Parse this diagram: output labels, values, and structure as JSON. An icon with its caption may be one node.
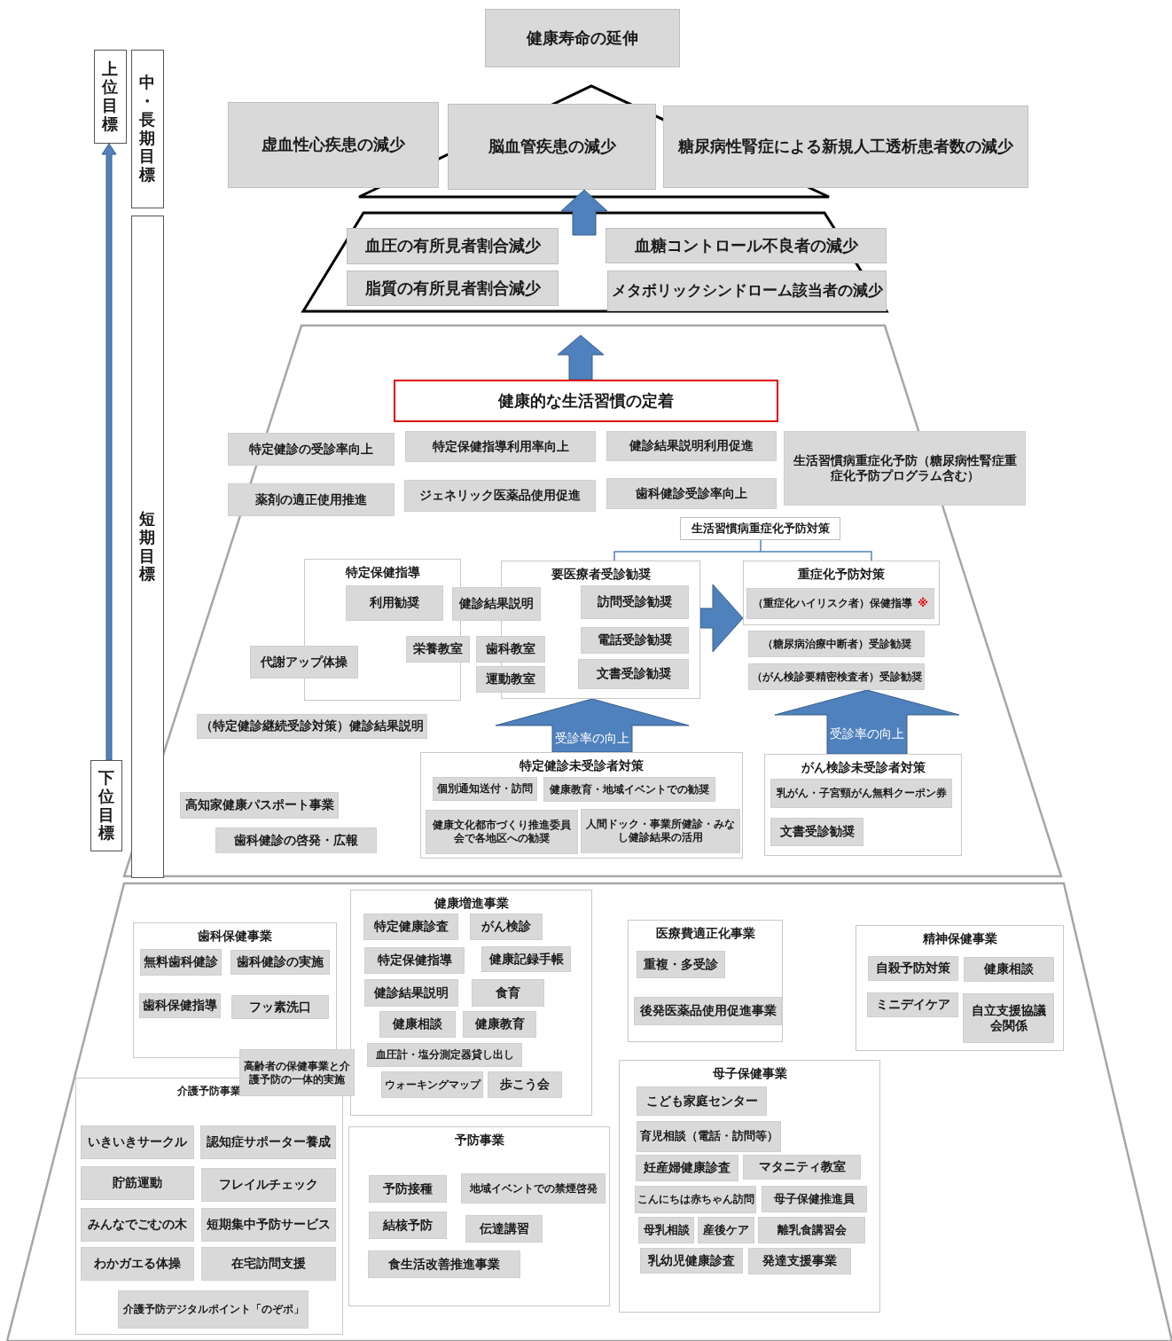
{
  "diagram": {
    "nodes": [
      {
        "text": [
          "健康寿命の延伸"
        ]
      },
      {
        "text": [
          "虚血性心疾患の減少"
        ]
      },
      {
        "text": [
          "脳血管疾患の減少"
        ]
      },
      {
        "text": [
          "糖尿病性腎症による新規人工透析患者数の減少"
        ]
      },
      {
        "text": [
          "血圧の有所見者割合減少"
        ]
      },
      {
        "text": [
          "血糖コントロール不良者の減少"
        ]
      },
      {
        "text": [
          "脂質の有所見者割合減少"
        ]
      },
      {
        "text": [
          "メタボリックシンドローム該当者の減少"
        ]
      },
      {
        "text": [
          "健康的な生活習慣の定着"
        ]
      },
      {
        "text": [
          "特定健診の受診率向上"
        ]
      },
      {
        "text": [
          "特定保健指導利用率向上"
        ]
      },
      {
        "text": [
          "健診結果説明利用促進"
        ]
      },
      {
        "text": [
          "生活習慣病重症化予防（糖尿病性腎症重症化予防プログラム含む）"
        ]
      },
      {
        "text": [
          "薬剤の適正使用推進"
        ]
      },
      {
        "text": [
          "ジェネリック医薬品使用促進"
        ]
      },
      {
        "text": [
          "歯科健診受診率向上"
        ]
      },
      {
        "text": [
          "生活習慣病重症化予防対策"
        ]
      },
      {
        "text": [
          "特定保健指導"
        ]
      },
      {
        "text": [
          "利用勧奨"
        ],
        "in": 17
      },
      {
        "text": [
          "健診結果説明"
        ]
      },
      {
        "text": [
          "要医療者受診勧奨"
        ]
      },
      {
        "text": [
          "訪問受診勧奨"
        ],
        "in": 20
      },
      {
        "text": [
          "電話受診勧奨"
        ],
        "in": 20
      },
      {
        "text": [
          "文書受診勧奨"
        ],
        "in": 20
      },
      {
        "text": [
          "重症化予防対策"
        ]
      },
      {
        "text": [
          "（重症化ハイリスク者）保健指導",
          "※"
        ],
        "in": 24
      },
      {
        "text": [
          "代謝アップ体操"
        ]
      },
      {
        "text": [
          "栄養教室"
        ]
      },
      {
        "text": [
          "歯科教室"
        ]
      },
      {
        "text": [
          "運動教室"
        ]
      },
      {
        "text": [
          "（糖尿病治療中断者）受診勧奨"
        ]
      },
      {
        "text": [
          "（がん検診要精密検査者）受診勧奨"
        ]
      },
      {
        "text": [
          "（特定健診継続受診対策）健診結果説明"
        ]
      },
      {
        "text": [
          "特定健診未受診者対策"
        ]
      },
      {
        "text": [
          "個別通知送付・訪問"
        ],
        "in": 33
      },
      {
        "text": [
          "健康教育・地域イベントでの勧奨"
        ],
        "in": 33
      },
      {
        "text": [
          "健康文化都市づくり推進委員会で各地区への勧奨"
        ],
        "in": 33
      },
      {
        "text": [
          "人間ドック・事業所健診・みなし健診結果の活用"
        ],
        "in": 33
      },
      {
        "text": [
          "がん検診未受診者対策"
        ]
      },
      {
        "text": [
          "乳がん・子宮頸がん無料クーポン券"
        ],
        "in": 38
      },
      {
        "text": [
          "文書受診勧奨"
        ],
        "in": 38
      },
      {
        "text": [
          "高知家健康パスポート事業"
        ]
      },
      {
        "text": [
          "歯科健診の啓発・広報"
        ]
      },
      {
        "text": [
          "健康増進事業"
        ]
      },
      {
        "text": [
          "特定健康診査"
        ],
        "in": 43
      },
      {
        "text": [
          "がん検診"
        ],
        "in": 43
      },
      {
        "text": [
          "特定保健指導"
        ],
        "in": 43
      },
      {
        "text": [
          "健康記録手帳"
        ],
        "in": 43
      },
      {
        "text": [
          "健診結果説明"
        ],
        "in": 43
      },
      {
        "text": [
          "食育"
        ],
        "in": 43
      },
      {
        "text": [
          "健康相談"
        ],
        "in": 43
      },
      {
        "text": [
          "健康教育"
        ],
        "in": 43
      },
      {
        "text": [
          "血圧計・塩分測定器貸し出し"
        ],
        "in": 43
      },
      {
        "text": [
          "ウォーキングマップ"
        ],
        "in": 43
      },
      {
        "text": [
          "歩こう会"
        ],
        "in": 43
      },
      {
        "text": [
          "医療費適正化事業"
        ]
      },
      {
        "text": [
          "重複・多受診"
        ],
        "in": 55
      },
      {
        "text": [
          "後発医薬品使用促進事業"
        ],
        "in": 55
      },
      {
        "text": [
          "歯科保健事業"
        ]
      },
      {
        "text": [
          "無料歯科健診"
        ],
        "in": 58
      },
      {
        "text": [
          "歯科健診の実施"
        ],
        "in": 58
      },
      {
        "text": [
          "歯科保健指導"
        ],
        "in": 58
      },
      {
        "text": [
          "フッ素洗口"
        ],
        "in": 58
      },
      {
        "text": [
          "精神保健事業"
        ]
      },
      {
        "text": [
          "自殺予防対策"
        ],
        "in": 63
      },
      {
        "text": [
          "健康相談"
        ],
        "in": 63
      },
      {
        "text": [
          "ミニデイケア"
        ],
        "in": 63
      },
      {
        "text": [
          "自立支援協議会関係"
        ],
        "in": 63
      },
      {
        "text": [
          "高齢者の保健事業と介護予防の一体的実施"
        ]
      },
      {
        "text": [
          "母子保健事業"
        ]
      },
      {
        "text": [
          "こども家庭センター"
        ],
        "in": 69
      },
      {
        "text": [
          "育児相談（電話・訪問等）"
        ],
        "in": 69
      },
      {
        "text": [
          "妊産婦健康診査"
        ],
        "in": 69
      },
      {
        "text": [
          "マタニティ教室"
        ],
        "in": 69
      },
      {
        "text": [
          "こんにちは赤ちゃん訪問"
        ],
        "in": 69
      },
      {
        "text": [
          "母子保健推進員"
        ],
        "in": 69
      },
      {
        "text": [
          "母乳相談"
        ],
        "in": 69
      },
      {
        "text": [
          "産後ケア"
        ],
        "in": 69
      },
      {
        "text": [
          "離乳食講習会"
        ],
        "in": 69
      },
      {
        "text": [
          "乳幼児健康診査"
        ],
        "in": 69
      },
      {
        "text": [
          "発達支援事業"
        ],
        "in": 69
      },
      {
        "text": [
          "介護予防事業"
        ]
      },
      {
        "text": [
          "いきいきサークル"
        ],
        "in": 81
      },
      {
        "text": [
          "認知症サポーター養成"
        ],
        "in": 81
      },
      {
        "text": [
          "貯筋運動"
        ],
        "in": 81
      },
      {
        "text": [
          "フレイルチェック"
        ],
        "in": 81
      },
      {
        "text": [
          "みんなでごむの木"
        ],
        "in": 81
      },
      {
        "text": [
          "短期集中予防サービス"
        ],
        "in": 81
      },
      {
        "text": [
          "わかガエる体操"
        ],
        "in": 81
      },
      {
        "text": [
          "在宅訪問支援"
        ],
        "in": 81
      },
      {
        "text": [
          "介護予防デジタルポイント「のぞポ」"
        ],
        "in": 81
      },
      {
        "text": [
          "予防事業"
        ]
      },
      {
        "text": [
          "予防接種"
        ],
        "in": 91
      },
      {
        "text": [
          "地域イベントでの禁煙啓発"
        ],
        "in": 91
      },
      {
        "text": [
          "結核予防"
        ],
        "in": 91
      },
      {
        "text": [
          "伝達講習"
        ],
        "in": 91
      },
      {
        "text": [
          "食生活改善推進事業"
        ],
        "in": 91
      },
      {
        "text": [
          "上位目標"
        ]
      },
      {
        "text": [
          "中・長期目標"
        ]
      },
      {
        "text": [
          "短期目標"
        ]
      },
      {
        "text": [
          "下位目標"
        ]
      }
    ],
    "edges": [
      {
        "from": null,
        "to": 2,
        "arrow": "to",
        "style": "thick"
      },
      {
        "from": 8,
        "to": null,
        "arrow": "to",
        "style": "thick"
      },
      {
        "from": 20,
        "to": 24,
        "arrow": "to",
        "style": "thick"
      },
      {
        "from": 33,
        "to": 20,
        "arrow": "to",
        "style": "thick",
        "label": "受診率の向上"
      },
      {
        "from": 38,
        "to": 31,
        "arrow": "to",
        "style": "thick",
        "label": "受診率の向上"
      },
      {
        "from": 100,
        "to": 97,
        "arrow": "to"
      }
    ]
  }
}
